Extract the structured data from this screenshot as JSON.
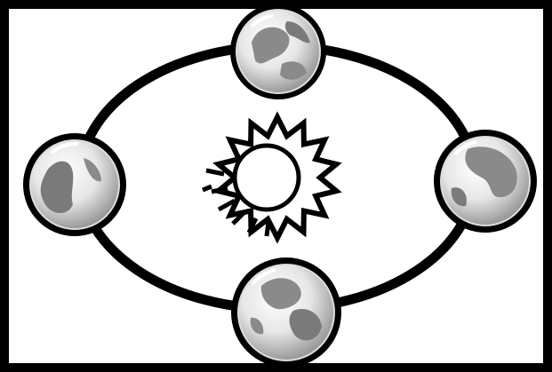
{
  "diagram": {
    "kind": "earth-orbit-around-sun",
    "center": {
      "icon": "sun-icon"
    },
    "orbit": {
      "icon": "orbit-ring"
    },
    "planets": [
      {
        "position": "top",
        "icon": "earth-icon"
      },
      {
        "position": "right",
        "icon": "earth-icon"
      },
      {
        "position": "bottom",
        "icon": "earth-icon"
      },
      {
        "position": "left",
        "icon": "earth-icon"
      }
    ]
  },
  "colors": {
    "outline": "#000000",
    "background": "#ffffff",
    "globe_light": "#f2f2f2",
    "globe_dark": "#8a8a8a",
    "globe_shadow": "#5a5a5a"
  }
}
